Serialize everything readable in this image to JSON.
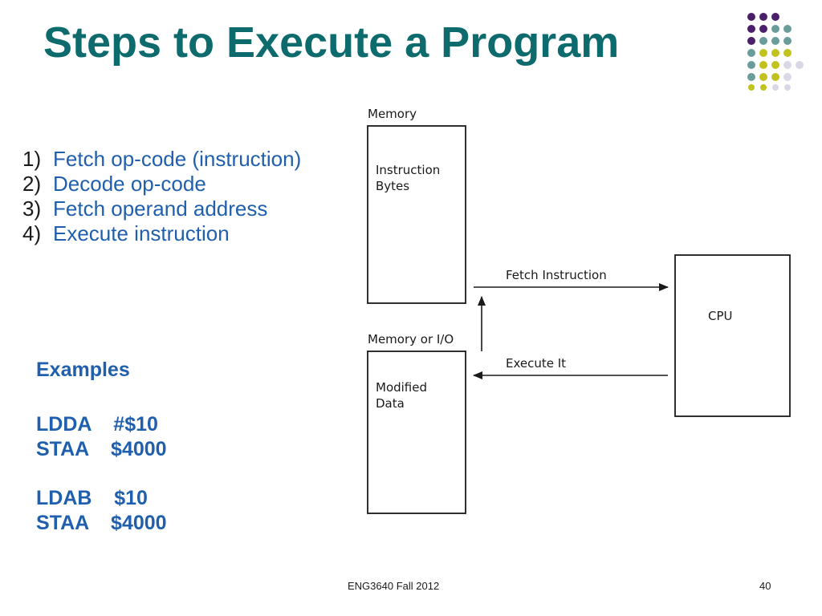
{
  "slide": {
    "title": "Steps to Execute a Program",
    "steps": [
      {
        "num": "1)",
        "text": "Fetch op-code (instruction)"
      },
      {
        "num": "2)",
        "text": "Decode op-code"
      },
      {
        "num": "3)",
        "text": "Fetch operand address"
      },
      {
        "num": "4)",
        "text": "Execute instruction"
      }
    ],
    "examples": {
      "heading": "Examples",
      "group1": [
        "LDDA    #$10",
        "STAA    $4000"
      ],
      "group2": [
        "LDAB    $10",
        "STAA    $4000"
      ]
    },
    "diagram": {
      "memory_label": "Memory",
      "memory_box_line1": "Instruction",
      "memory_box_line2": "Bytes",
      "memio_label": "Memory or I/O",
      "memio_box_line1": "Modified",
      "memio_box_line2": "Data",
      "cpu_label": "CPU",
      "fetch_label": "Fetch Instruction",
      "execute_label": "Execute It"
    },
    "footer": {
      "center": "ENG3640 Fall 2012",
      "page": "40"
    },
    "decoration_colors": [
      "#4b1f6b",
      "#6b9c9c",
      "#c2c21f",
      "#d8d8e6"
    ]
  }
}
